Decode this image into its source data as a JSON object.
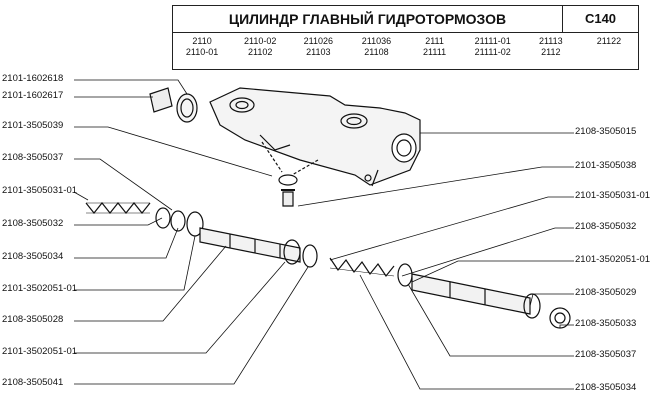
{
  "title": "ЦИЛИНДР ГЛАВНЫЙ ГИДРОТОРМОЗОВ",
  "code": "C140",
  "models": [
    [
      "2110",
      "2110-01"
    ],
    [
      "2110-02",
      "21102"
    ],
    [
      "211026",
      "21103"
    ],
    [
      "211036",
      "21108"
    ],
    [
      "2111",
      "21111"
    ],
    [
      "21111-01",
      "21111-02"
    ],
    [
      "21113",
      "2112"
    ],
    [
      "21122",
      ""
    ]
  ],
  "labels_left": [
    "2101-1602618",
    "2101-1602617",
    "2101-3505039",
    "2108-3505037",
    "2101-3505031-01",
    "2108-3505032",
    "2108-3505034",
    "2101-3502051-01",
    "2108-3505028",
    "2101-3502051-01",
    "2108-3505041"
  ],
  "labels_right": [
    "2108-3505015",
    "2101-3505038",
    "2101-3505031-01",
    "2108-3505032",
    "2101-3502051-01",
    "2108-3505029",
    "2108-3505033",
    "2108-3505037",
    "2108-3505034"
  ]
}
